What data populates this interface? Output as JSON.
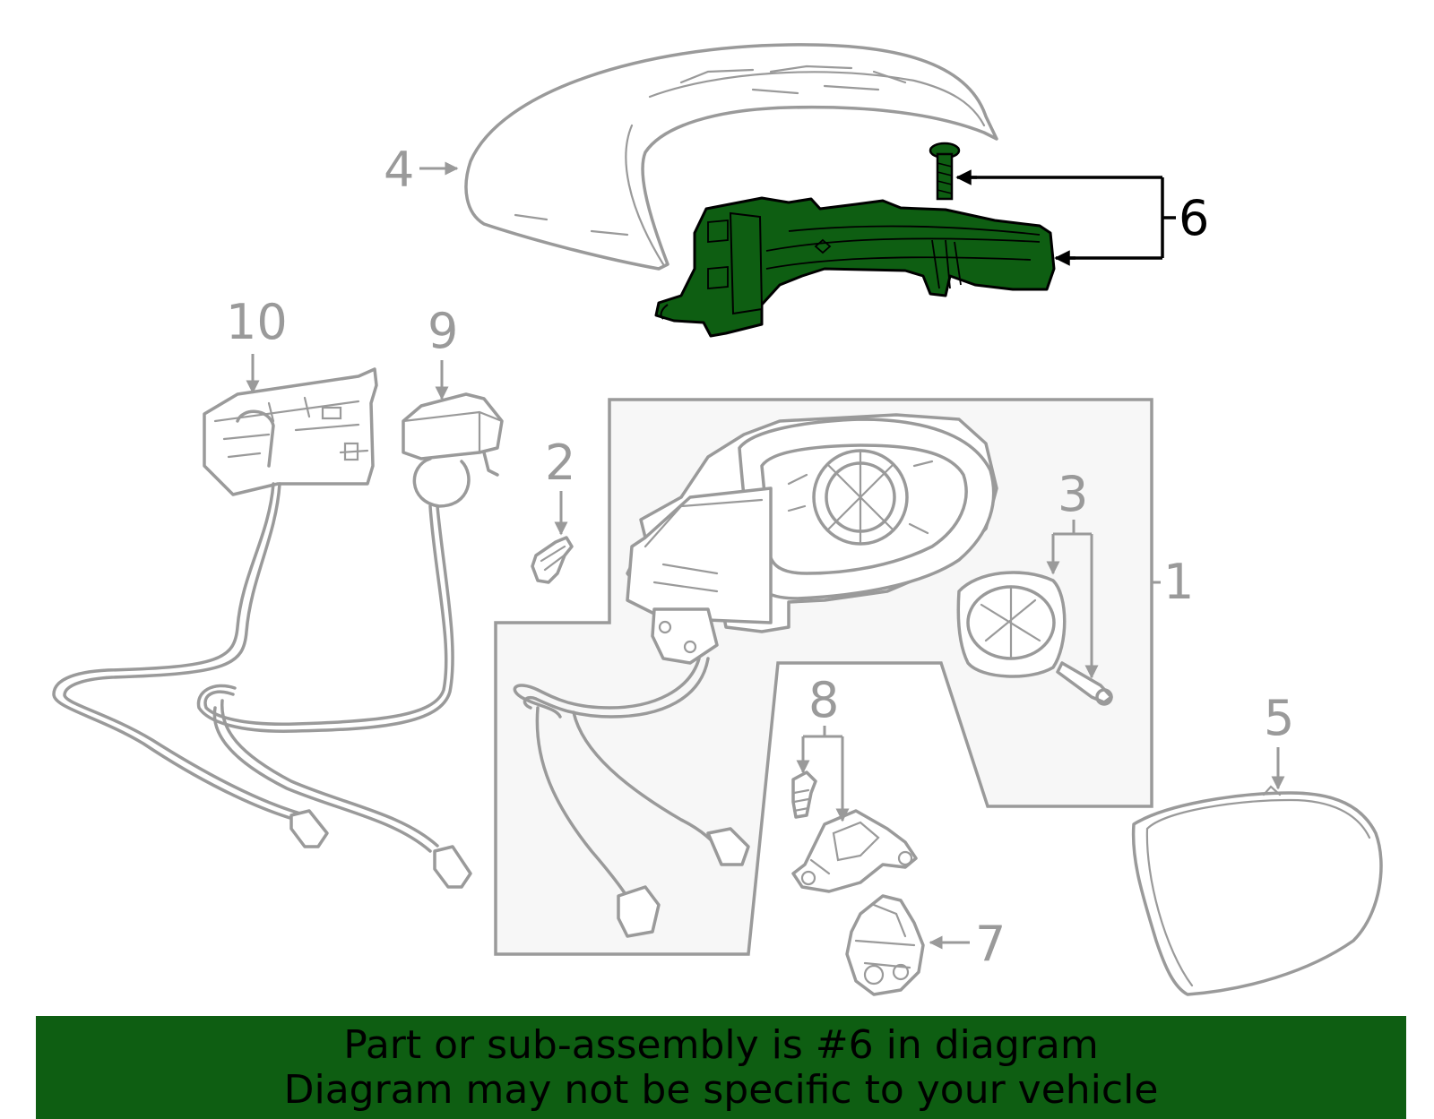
{
  "diagram": {
    "highlight_part": "6",
    "colors": {
      "line": "#9a9a9a",
      "highlight_fill": "#0e5e12",
      "highlight_stroke": "#000000",
      "box_fill": "#f7f7f7",
      "banner_bg": "#0e5e12"
    },
    "callouts": {
      "c1": "1",
      "c2": "2",
      "c3": "3",
      "c4": "4",
      "c5": "5",
      "c6": "6",
      "c7": "7",
      "c8": "8",
      "c9": "9",
      "c10": "10"
    }
  },
  "banner": {
    "line1": "Part or sub-assembly is #6 in diagram",
    "line2": "Diagram may not be specific to your vehicle"
  }
}
